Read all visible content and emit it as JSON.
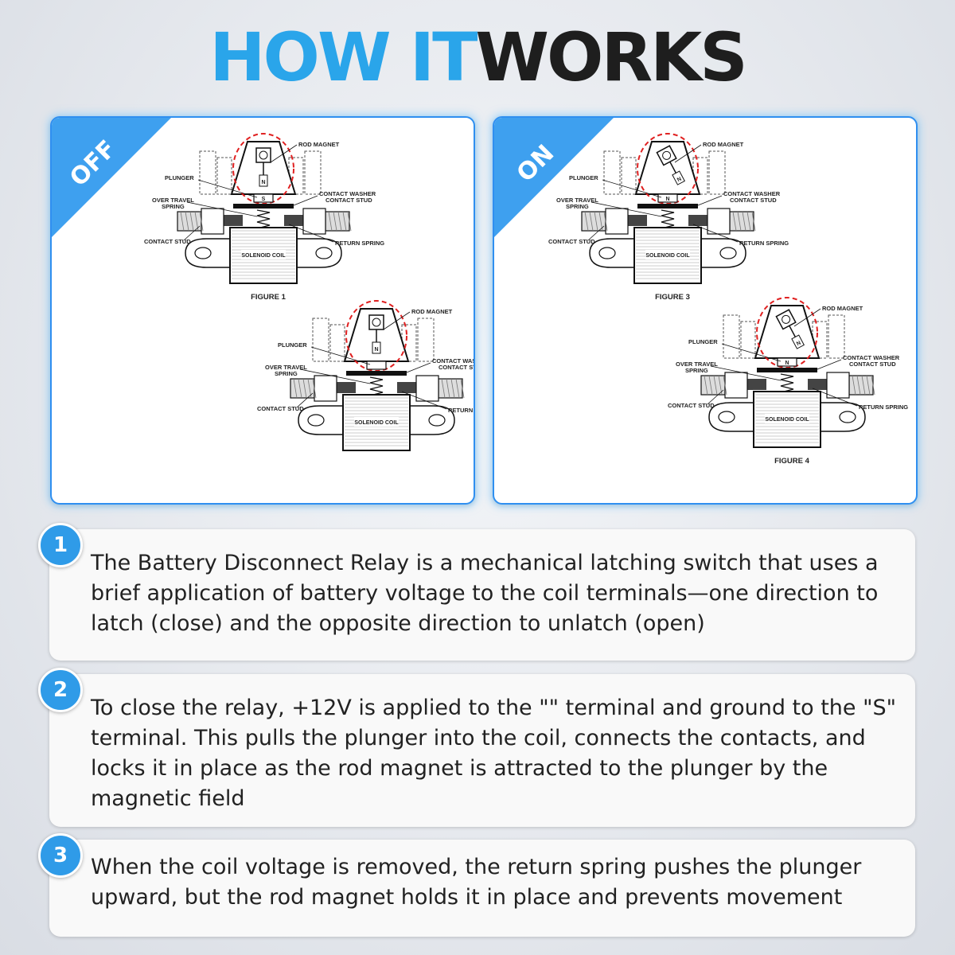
{
  "title": {
    "part1": "HOW IT",
    "part2": "WORKS"
  },
  "panels": [
    {
      "state_label": "OFF",
      "figures": [
        {
          "caption": "FIGURE 1",
          "rod_magnet": "ROD MAGNET",
          "plunger": "PLUNGER",
          "over_travel_1": "OVER TRAVEL",
          "over_travel_2": "SPRING",
          "contact_washer": "CONTACT WASHER",
          "contact_stud_r": "CONTACT STUD",
          "contact_stud_l": "CONTACT STUD",
          "return_spring": "RETURN SPRING",
          "solenoid_coil": "SOLENOID COIL",
          "pole_top": "N",
          "pole_bottom": "S"
        },
        {
          "caption": "",
          "rod_magnet": "ROD MAGNET",
          "plunger": "PLUNGER",
          "over_travel_1": "OVER TRAVEL",
          "over_travel_2": "SPRING",
          "contact_washer": "CONTACT WASHER",
          "contact_stud_r": "CONTACT STUD",
          "contact_stud_l": "CONTACT STUD",
          "return_spring": "RETURN SPRING",
          "solenoid_coil": "SOLENOID COIL",
          "pole_top": "N",
          "pole_bottom": ""
        }
      ]
    },
    {
      "state_label": "ON",
      "figures": [
        {
          "caption": "FIGURE 3",
          "rod_magnet": "ROD MAGNET",
          "plunger": "PLUNGER",
          "over_travel_1": "OVER TRAVEL",
          "over_travel_2": "SPRING",
          "contact_washer": "CONTACT WASHER",
          "contact_stud_r": "CONTACT STUD",
          "contact_stud_l": "CONTACT STUD",
          "return_spring": "RETURN SPRING",
          "solenoid_coil": "SOLENOID COIL",
          "pole_top": "N",
          "pole_bottom": "N"
        },
        {
          "caption": "FIGURE 4",
          "rod_magnet": "ROD MAGNET",
          "plunger": "PLUNGER",
          "over_travel_1": "OVER TRAVEL",
          "over_travel_2": "SPRING",
          "contact_washer": "CONTACT WASHER",
          "contact_stud_r": "CONTACT STUD",
          "contact_stud_l": "CONTACT STUD",
          "return_spring": "RETURN SPRING",
          "solenoid_coil": "SOLENOID COIL",
          "pole_top": "N",
          "pole_bottom": "N"
        }
      ]
    }
  ],
  "steps": [
    {
      "number": "1",
      "text": "The Battery Disconnect Relay is a mechanical latching switch that uses a brief application of battery voltage to the coil terminals—one direction to latch (close) and the opposite direction to unlatch (open)"
    },
    {
      "number": "2",
      "text": "To close the relay, +12V is applied to the \"\" terminal and ground to the \"S\" terminal. This pulls the plunger into the coil, connects the contacts, and locks it in place as the rod magnet is attracted to the plunger by the magnetic field"
    },
    {
      "number": "3",
      "text": "When the coil voltage is removed, the return spring pushes the plunger upward, but the rod magnet holds it in place and prevents movement"
    }
  ],
  "colors": {
    "accent": "#2aa5ea",
    "dark": "#1e1e1e",
    "ribbon": "#3ea0ef",
    "magnet_outline": "#e02020"
  }
}
